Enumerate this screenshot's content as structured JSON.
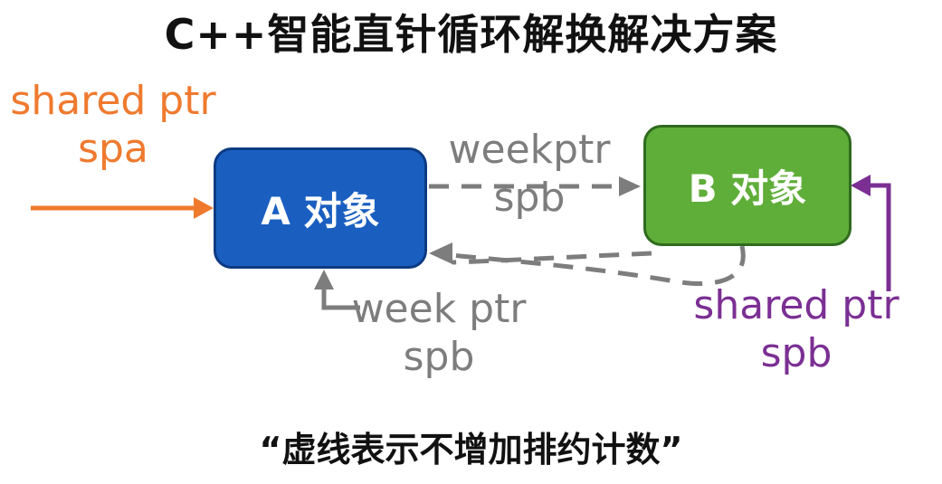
{
  "title": "C++智能直针循环解换解决方案",
  "colors": {
    "box_a": "#1a5fc0",
    "box_b": "#5fae3a",
    "orange": "#ef7a2e",
    "purple": "#7b2f93",
    "gray": "#7d7d7d"
  },
  "box_a": {
    "label": "A 对象"
  },
  "box_b": {
    "label": "B 对象"
  },
  "incoming_a": {
    "line1": "shared ptr",
    "line2": "spa"
  },
  "a_to_b": {
    "line1": "weekptr",
    "line2": "spb"
  },
  "b_to_a": {
    "line1": "week ptr",
    "line2": "spb"
  },
  "incoming_b": {
    "line1": "shared ptr",
    "line2": "spb"
  },
  "footnote": "“虚线表示不增加排约计数”"
}
